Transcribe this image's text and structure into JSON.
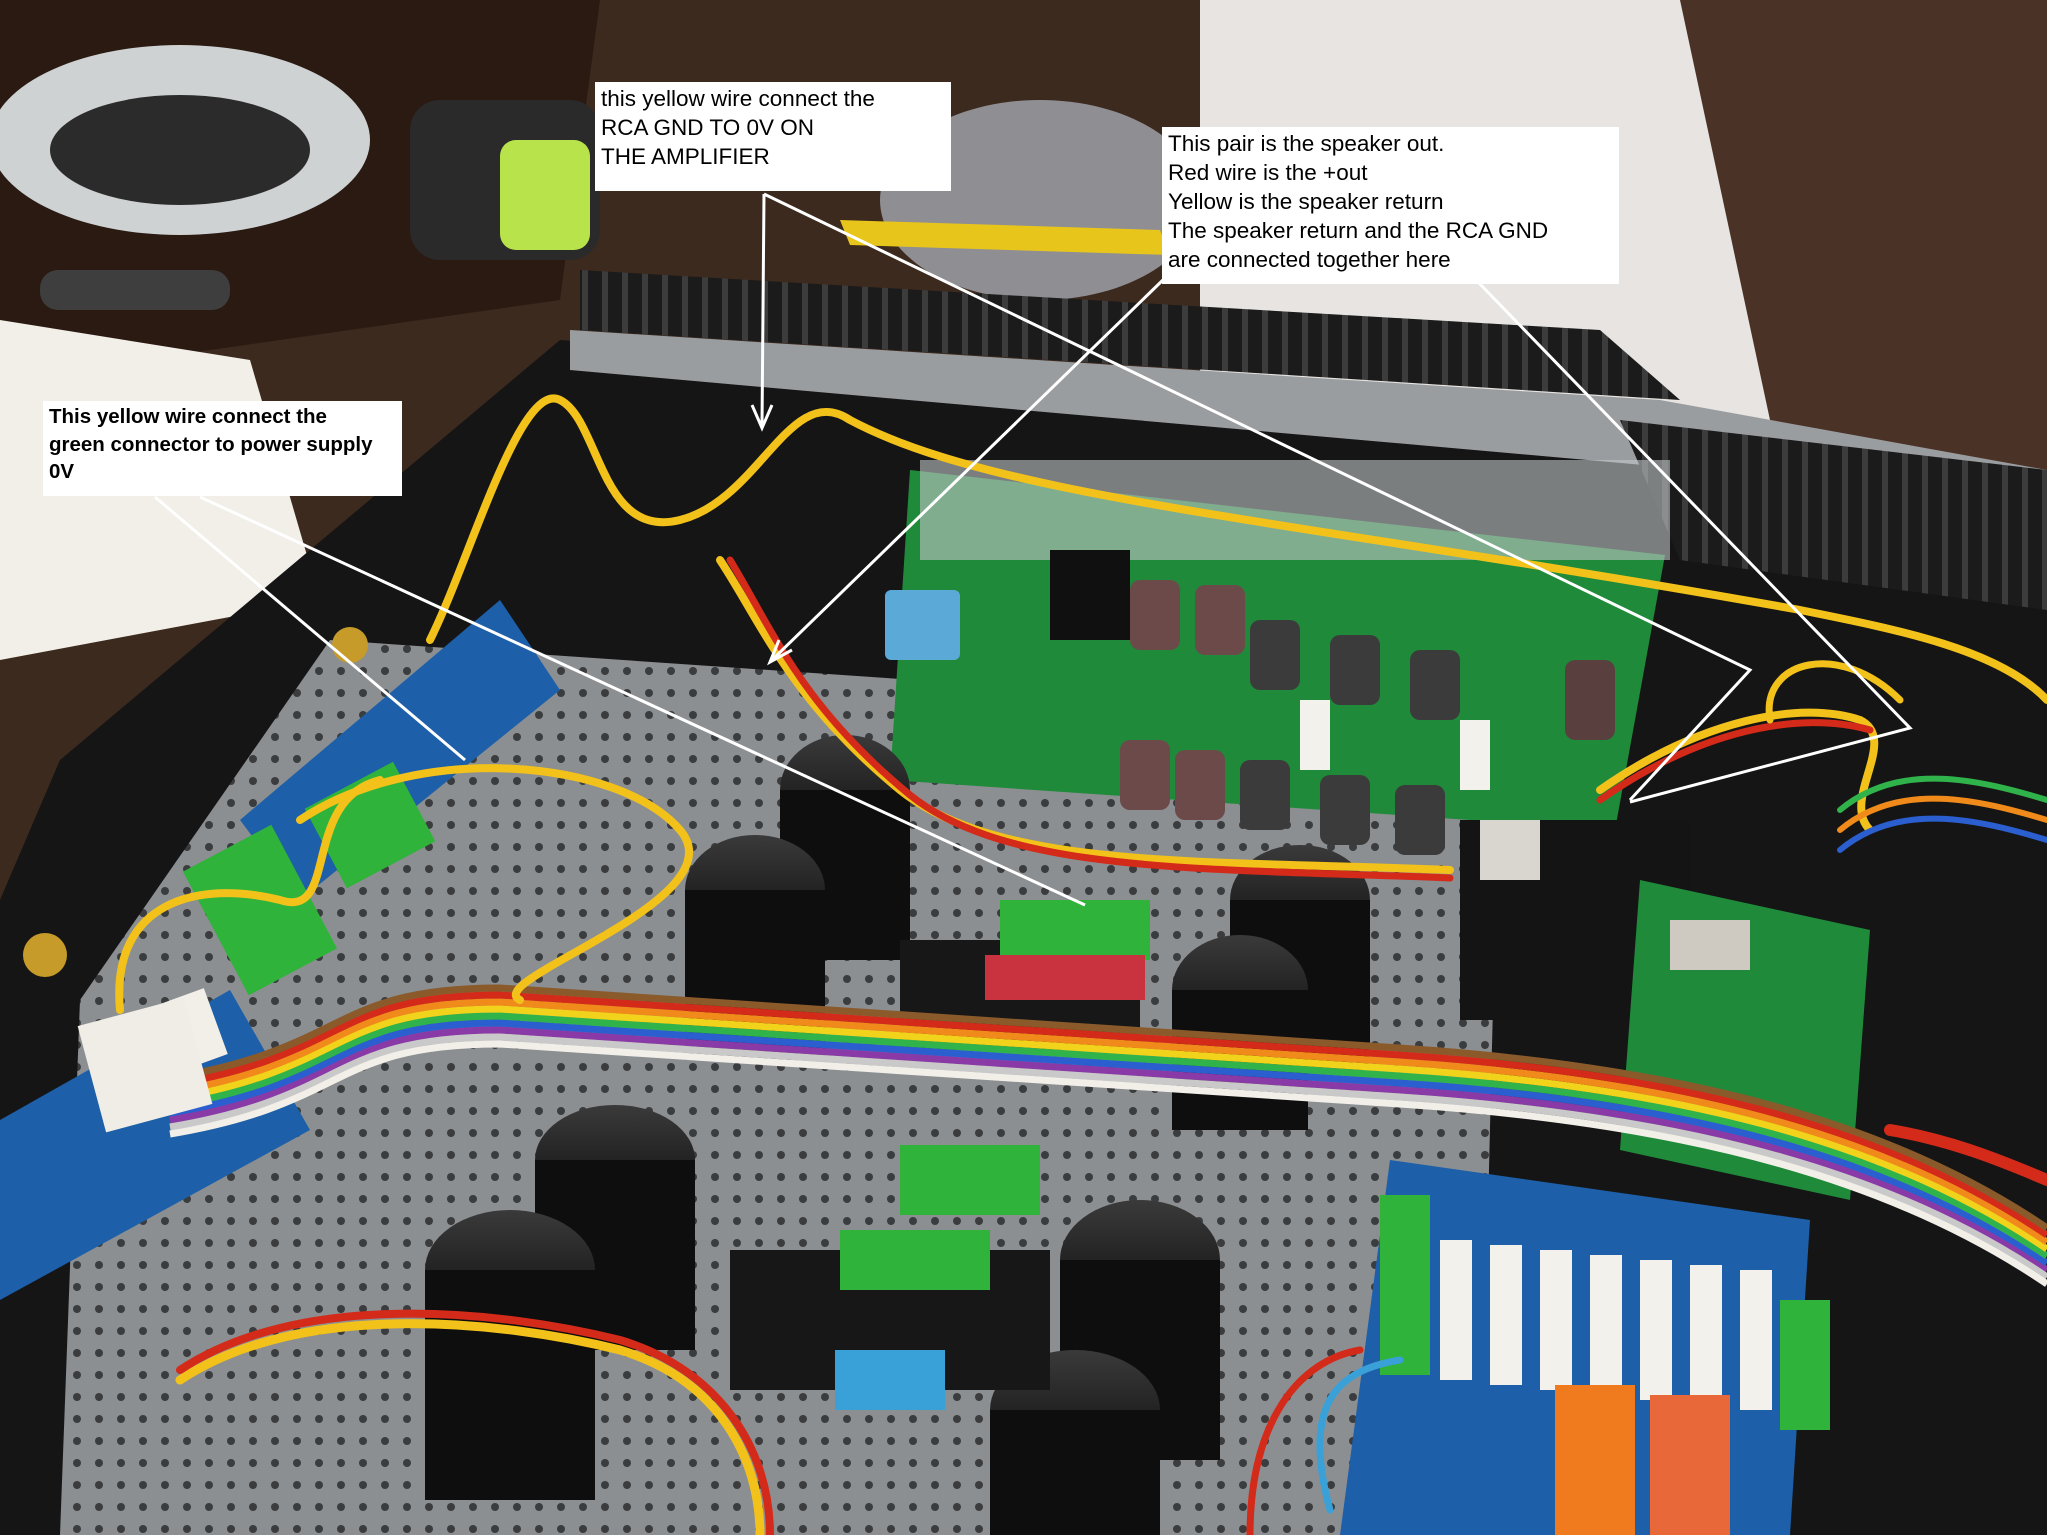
{
  "callouts": {
    "rca_gnd": {
      "lines": [
        "this yellow wire connect the",
        "RCA GND TO 0V ON",
        "THE AMPLIFIER"
      ]
    },
    "speaker_out": {
      "lines": [
        "This pair is the speaker out.",
        "Red wire is the +out",
        "Yellow is the speaker return",
        "The speaker return and the RCA GND",
        "are connected together here"
      ]
    },
    "green_connector": {
      "lines": [
        "This yellow wire connect the",
        "green connector to power supply",
        "0V"
      ]
    }
  },
  "colors": {
    "callout_background": "#ffffff",
    "callout_text": "#000000",
    "pointer_lines": "#ffffff",
    "chassis": "#1a1a1a",
    "pcb_green": "#1f8a3a",
    "pcb_blue": "#1d5fa8",
    "wire_yellow": "#f2c21b",
    "wire_red": "#d42a1a"
  }
}
